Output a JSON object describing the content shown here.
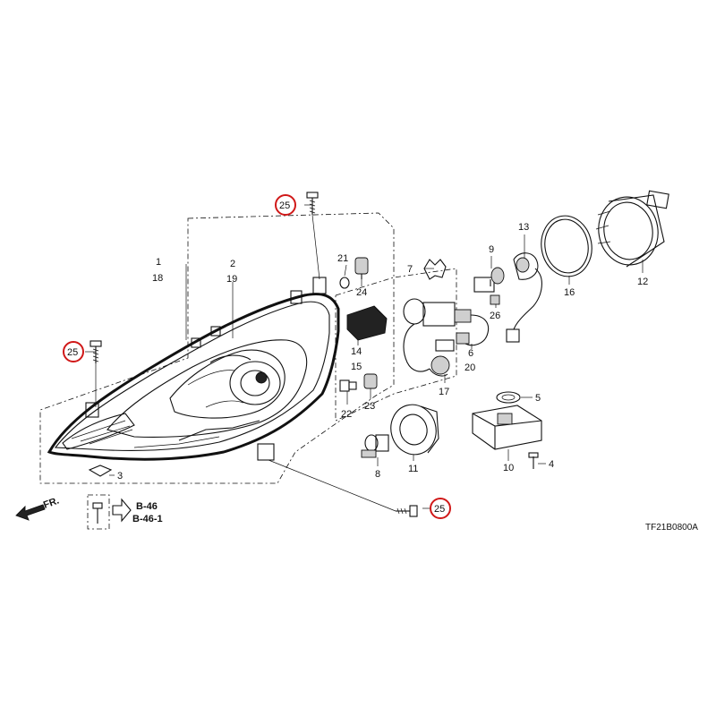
{
  "diagram": {
    "drawing_code": "TF21B0800A",
    "front_indicator": "FR.",
    "references": [
      "B-46",
      "B-46-1"
    ],
    "callouts": {
      "c1": "1",
      "c18": "18",
      "c2": "2",
      "c19": "19",
      "c3": "3",
      "c4": "4",
      "c5": "5",
      "c6": "6",
      "c7": "7",
      "c8": "8",
      "c9": "9",
      "c10": "10",
      "c11": "11",
      "c12": "12",
      "c13": "13",
      "c14": "14",
      "c15": "15",
      "c16": "16",
      "c17": "17",
      "c20": "20",
      "c21": "21",
      "c22": "22",
      "c23": "23",
      "c24": "24",
      "c26": "26",
      "c25_top": "25",
      "c25_left": "25",
      "c25_bottom": "25"
    },
    "highlight_color": "#d01818"
  }
}
